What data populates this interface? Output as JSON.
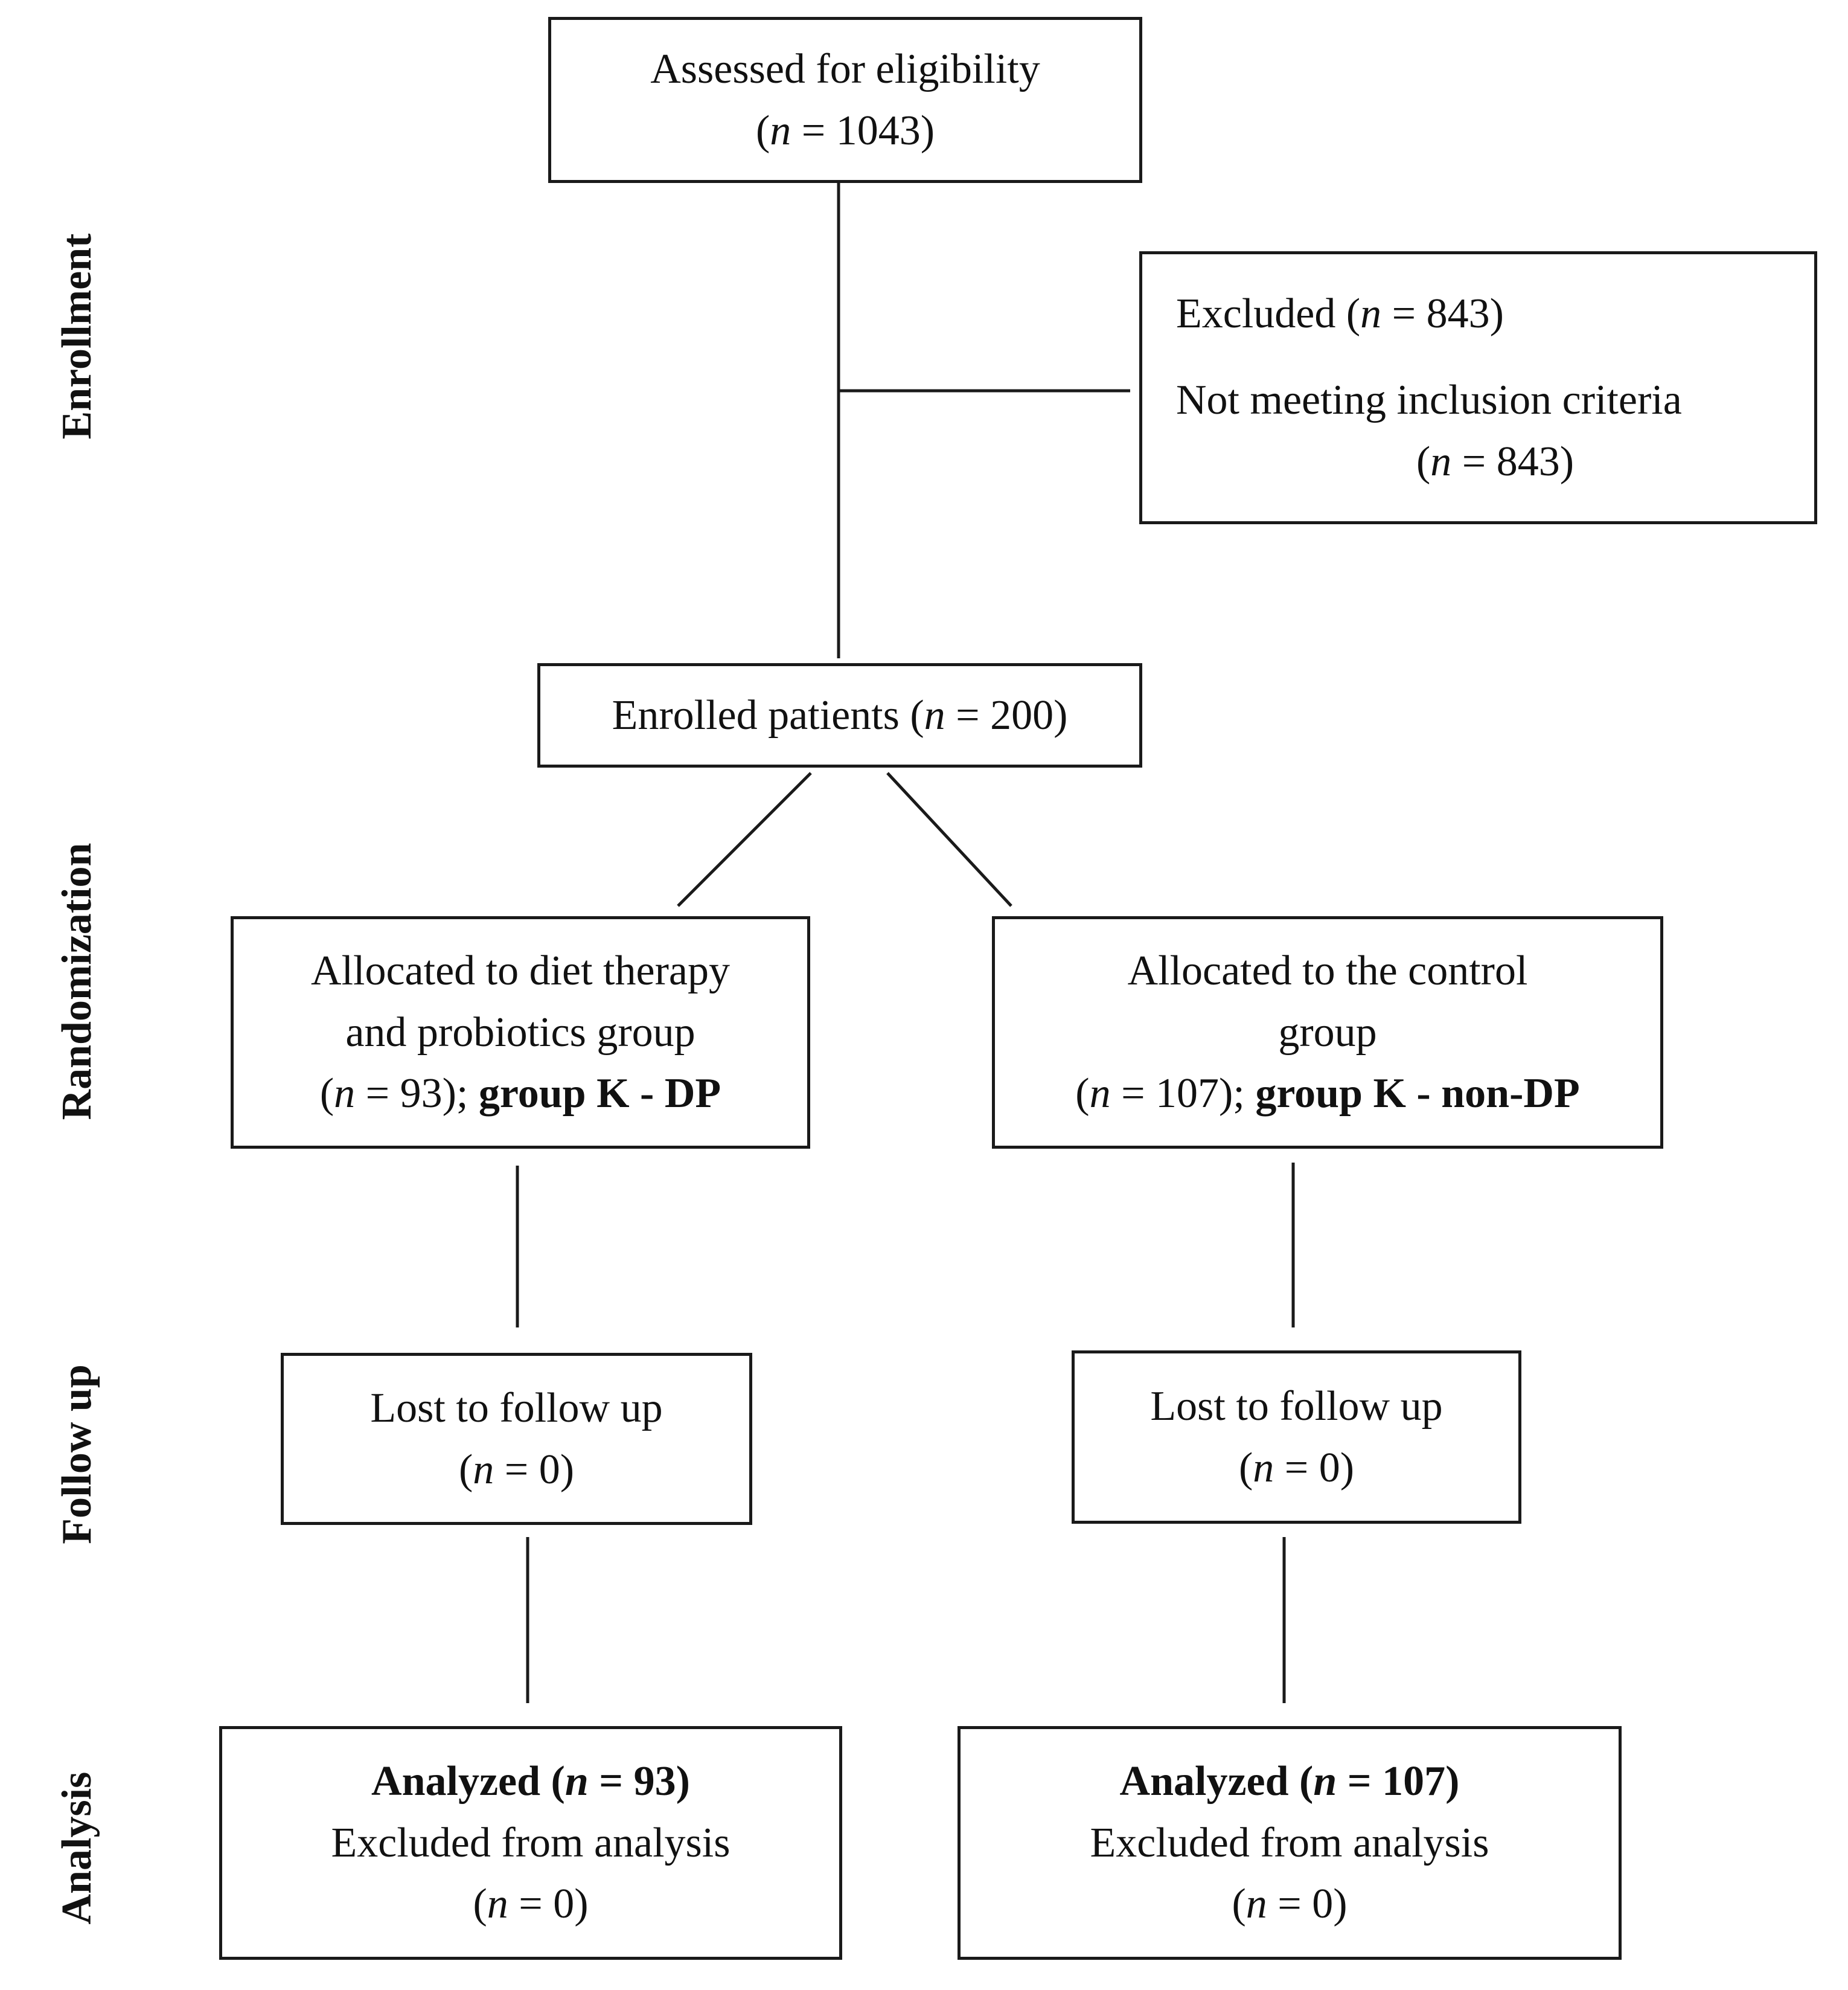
{
  "stages": {
    "enrollment": "Enrollment",
    "randomization": "Randomization",
    "follow_up": "Follow up",
    "analysis": "Analysis"
  },
  "assessed": {
    "label": "Assessed for eligibility",
    "n_open": "(",
    "n_sym": "n",
    "n_value": " = 1043)"
  },
  "excluded": {
    "label": "Excluded (",
    "n_sym": "n",
    "n_value": " = 843)",
    "reason": "Not meeting inclusion criteria",
    "reason_n_open": "(",
    "reason_n_sym": "n",
    "reason_n_value": " = 843)"
  },
  "enrolled": {
    "label": "Enrolled patients (",
    "n_sym": "n",
    "n_value": " = 200)"
  },
  "allocated_dp": {
    "line1": "Allocated to diet therapy",
    "line2": "and probiotics group",
    "n_open": "(",
    "n_sym": "n",
    "n_value": " = 93); ",
    "group_name": "group K - DP"
  },
  "allocated_control": {
    "line1": "Allocated to the control",
    "line2": "group",
    "n_open": "(",
    "n_sym": "n",
    "n_value": " = 107); ",
    "group_name": "group K - non-DP"
  },
  "lost_dp": {
    "label": "Lost to follow up",
    "n_open": "(",
    "n_sym": "n",
    "n_value": " = 0)"
  },
  "lost_control": {
    "label": "Lost to follow up",
    "n_open": "(",
    "n_sym": "n",
    "n_value": " = 0)"
  },
  "analyzed_dp": {
    "label_open": "Analyzed (",
    "n_sym": "n",
    "n_value": " = 93)",
    "excluded_label": "Excluded from analysis",
    "excl_n_open": "(",
    "excl_n_sym": "n",
    "excl_n_value": " = 0)"
  },
  "analyzed_control": {
    "label_open": "Analyzed (",
    "n_sym": "n",
    "n_value": " = 107)",
    "excluded_label": "Excluded from analysis",
    "excl_n_open": "(",
    "excl_n_sym": "n",
    "excl_n_value": " = 0)"
  },
  "colors": {
    "line": "#1a1a1a",
    "text": "#111111",
    "background": "#ffffff"
  }
}
